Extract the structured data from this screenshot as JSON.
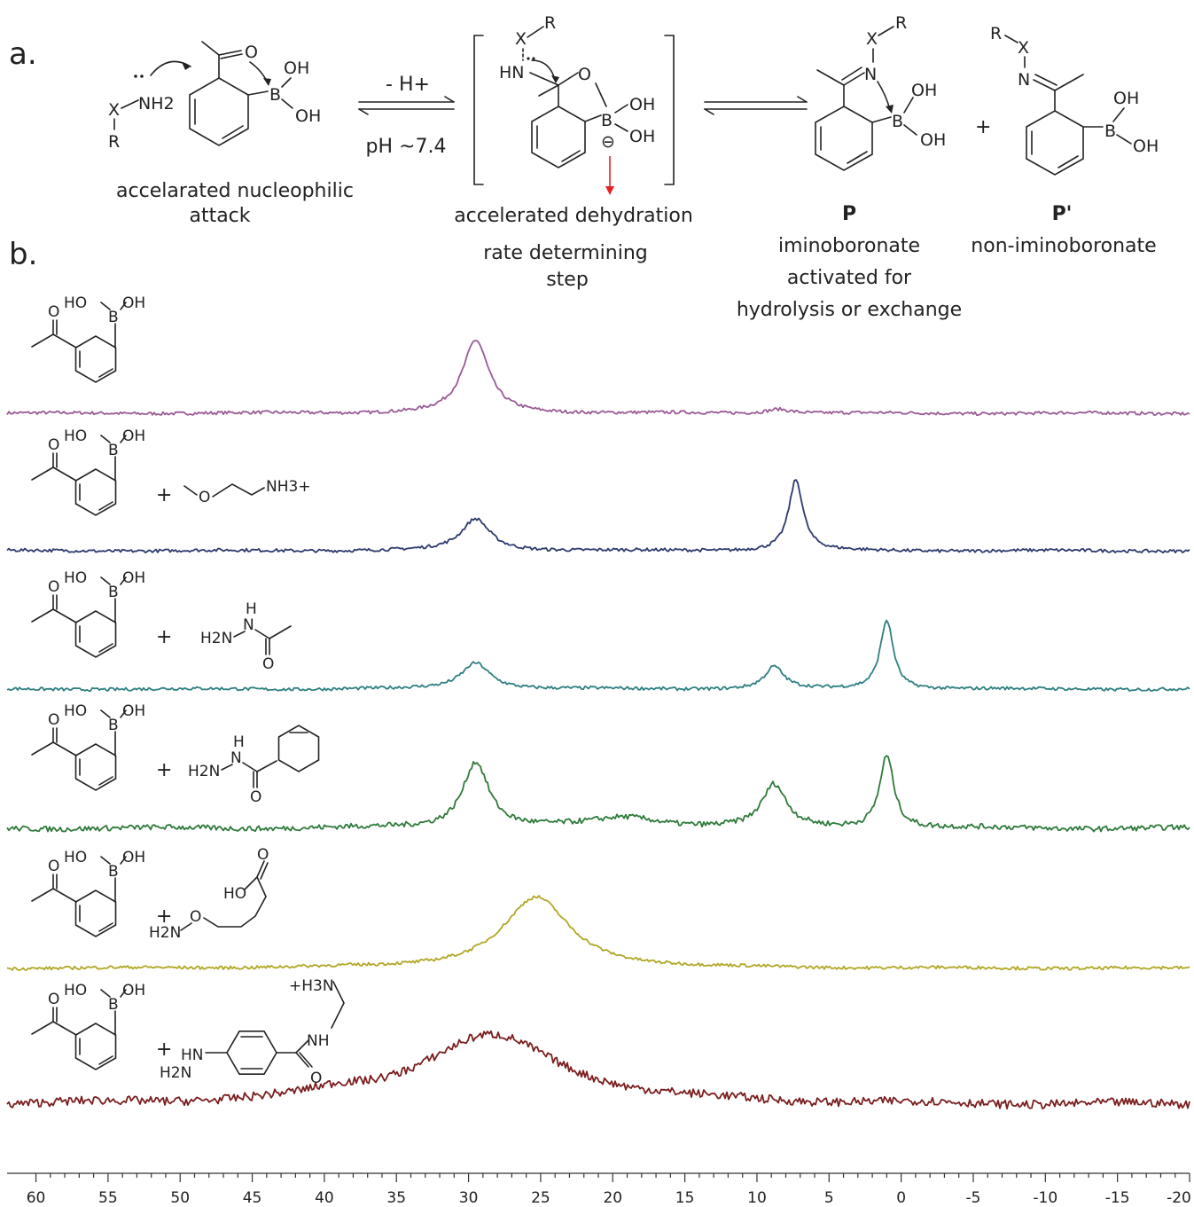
{
  "panels": {
    "a_label": "a.",
    "b_label": "b."
  },
  "scheme": {
    "reagent": {
      "amine_NH2": "NH2",
      "X": "X",
      "R": "R",
      "caption_1": "accelarated nucleophilic",
      "caption_2": "attack"
    },
    "acpba_atoms": {
      "O": "O",
      "B": "B",
      "OH": "OH"
    },
    "arrow1": {
      "top": "- H+",
      "bottom": "pH ~7.4"
    },
    "intermediate": {
      "X": "X",
      "R": "R",
      "HN": "HN",
      "O": "O",
      "B": "B",
      "OH1": "OH",
      "OH2": "OH",
      "minus": "⊖",
      "caption_1": "accelerated dehydration",
      "caption_2": "rate determining",
      "caption_3": "step"
    },
    "product_P": {
      "X": "X",
      "R": "R",
      "N": "N",
      "B": "B",
      "OH1": "OH",
      "OH2": "OH",
      "letter": "P",
      "caption_1": "iminoboronate",
      "caption_2": "activated for",
      "caption_3": "hydrolysis or exchange"
    },
    "plus": "+",
    "product_P2": {
      "X": "X",
      "R": "R",
      "N": "N",
      "B": "B",
      "OH1": "OH",
      "OH2": "OH",
      "letter": "P'",
      "caption_1": "non-iminoboronate"
    }
  },
  "rows": [
    {
      "acpba": {
        "HO": "HO",
        "B": "B",
        "OH": "OH",
        "O": "O"
      },
      "plus": "",
      "partner": {}
    },
    {
      "acpba": {
        "HO": "HO",
        "B": "B",
        "OH": "OH",
        "O": "O"
      },
      "plus": "+",
      "partner": {
        "O": "O",
        "NH3": "NH3+"
      }
    },
    {
      "acpba": {
        "HO": "HO",
        "B": "B",
        "OH": "OH",
        "O": "O"
      },
      "plus": "+",
      "partner": {
        "H": "H",
        "N": "N",
        "H2N": "H2N",
        "O": "O"
      }
    },
    {
      "acpba": {
        "HO": "HO",
        "B": "B",
        "OH": "OH",
        "O": "O"
      },
      "plus": "+",
      "partner": {
        "H": "H",
        "N": "N",
        "H2N": "H2N",
        "O": "O"
      }
    },
    {
      "acpba": {
        "HO": "HO",
        "B": "B",
        "OH": "OH",
        "O": "O"
      },
      "plus": "+",
      "partner": {
        "H2N": "H2N",
        "O": "O",
        "HO": "HO",
        "O2": "O"
      }
    },
    {
      "acpba": {
        "HO": "HO",
        "B": "B",
        "OH": "OH",
        "O": "O"
      },
      "plus": "+",
      "partner": {
        "H3N": "+H3N",
        "NH": "NH",
        "HN": "HN",
        "H2N": "H2N",
        "O": "O"
      }
    }
  ],
  "chart_data": {
    "type": "line",
    "x_axis": {
      "range": [
        62,
        -20
      ],
      "ticks": [
        60,
        55,
        50,
        45,
        40,
        35,
        30,
        25,
        20,
        15,
        10,
        5,
        0,
        -5,
        -10,
        -15,
        -20
      ],
      "tick_labels": [
        "60",
        "55",
        "50",
        "45",
        "40",
        "35",
        "30",
        "25",
        "20",
        "15",
        "10",
        "5",
        "0",
        "-5",
        "-10",
        "-15",
        "-20"
      ]
    },
    "series": [
      {
        "color": "#9a5a96",
        "noise": 0.6,
        "peaks": [
          {
            "x": 29.5,
            "h": 82,
            "w": 1.1
          },
          {
            "x": 8.5,
            "h": 5,
            "w": 1.0
          }
        ]
      },
      {
        "color": "#2c3a6e",
        "noise": 0.6,
        "peaks": [
          {
            "x": 29.5,
            "h": 36,
            "w": 1.2
          },
          {
            "x": 7.3,
            "h": 80,
            "w": 0.6
          }
        ]
      },
      {
        "color": "#2f7f82",
        "noise": 0.6,
        "peaks": [
          {
            "x": 29.5,
            "h": 30,
            "w": 1.2
          },
          {
            "x": 8.8,
            "h": 25,
            "w": 0.8
          },
          {
            "x": 1.0,
            "h": 78,
            "w": 0.55
          }
        ]
      },
      {
        "color": "#2f7a3a",
        "noise": 1.0,
        "peaks": [
          {
            "x": 29.5,
            "h": 75,
            "w": 1.1
          },
          {
            "x": 19.0,
            "h": 12,
            "w": 3.0
          },
          {
            "x": 8.8,
            "h": 48,
            "w": 1.0
          },
          {
            "x": 1.0,
            "h": 82,
            "w": 0.6
          }
        ]
      },
      {
        "color": "#b1a726",
        "noise": 0.6,
        "peaks": [
          {
            "x": 25.3,
            "h": 80,
            "w": 2.8
          }
        ]
      },
      {
        "color": "#7a1e1e",
        "noise": 1.6,
        "peaks": [
          {
            "x": 28.5,
            "h": 78,
            "w": 6.0
          },
          {
            "x": 39.0,
            "h": 6,
            "w": 2.0
          }
        ]
      }
    ]
  }
}
